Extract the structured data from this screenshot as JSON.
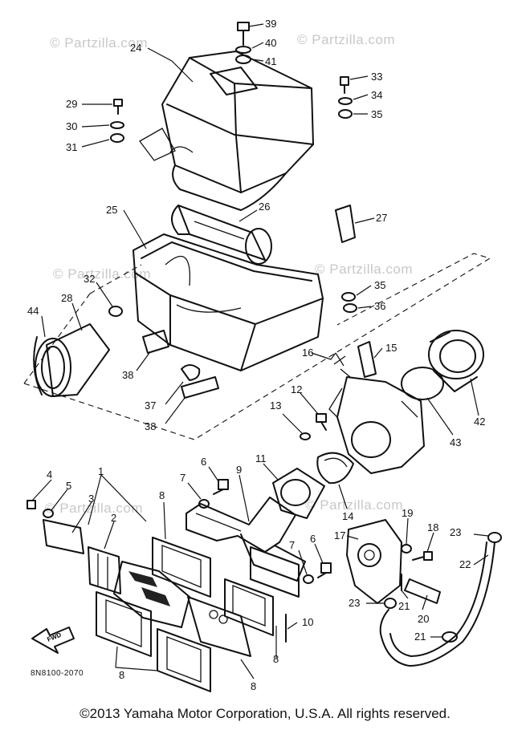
{
  "watermark": "© Partzilla.com",
  "diagram_code": "8N8100-2070",
  "front_label": "FWD",
  "copyright": "©2013  Yamaha Motor Corporation, U.S.A. All rights reserved.",
  "callouts": [
    {
      "id": "c39",
      "text": "39"
    },
    {
      "id": "c40",
      "text": "40"
    },
    {
      "id": "c41",
      "text": "41"
    },
    {
      "id": "c24",
      "text": "24"
    },
    {
      "id": "c33",
      "text": "33"
    },
    {
      "id": "c34",
      "text": "34"
    },
    {
      "id": "c35a",
      "text": "35"
    },
    {
      "id": "c29",
      "text": "29"
    },
    {
      "id": "c30",
      "text": "30"
    },
    {
      "id": "c31",
      "text": "31"
    },
    {
      "id": "c25",
      "text": "25"
    },
    {
      "id": "c26",
      "text": "26"
    },
    {
      "id": "c27",
      "text": "27"
    },
    {
      "id": "c32",
      "text": "32"
    },
    {
      "id": "c35b",
      "text": "35"
    },
    {
      "id": "c36",
      "text": "36"
    },
    {
      "id": "c44",
      "text": "44"
    },
    {
      "id": "c28",
      "text": "28"
    },
    {
      "id": "c15",
      "text": "15"
    },
    {
      "id": "c16",
      "text": "16"
    },
    {
      "id": "c38a",
      "text": "38"
    },
    {
      "id": "c37",
      "text": "37"
    },
    {
      "id": "c38b",
      "text": "38"
    },
    {
      "id": "c12",
      "text": "12"
    },
    {
      "id": "c13",
      "text": "13"
    },
    {
      "id": "c42",
      "text": "42"
    },
    {
      "id": "c43",
      "text": "43"
    },
    {
      "id": "c11",
      "text": "11"
    },
    {
      "id": "c14",
      "text": "14"
    },
    {
      "id": "c4",
      "text": "4"
    },
    {
      "id": "c5",
      "text": "5"
    },
    {
      "id": "c1",
      "text": "1"
    },
    {
      "id": "c3",
      "text": "3"
    },
    {
      "id": "c2",
      "text": "2"
    },
    {
      "id": "c7a",
      "text": "7"
    },
    {
      "id": "c6a",
      "text": "6"
    },
    {
      "id": "c9",
      "text": "9"
    },
    {
      "id": "c8a",
      "text": "8"
    },
    {
      "id": "c7b",
      "text": "7"
    },
    {
      "id": "c6b",
      "text": "6"
    },
    {
      "id": "c19",
      "text": "19"
    },
    {
      "id": "c18",
      "text": "18"
    },
    {
      "id": "c23a",
      "text": "23"
    },
    {
      "id": "c17",
      "text": "17"
    },
    {
      "id": "c22",
      "text": "22"
    },
    {
      "id": "c10",
      "text": "10"
    },
    {
      "id": "c23b",
      "text": "23"
    },
    {
      "id": "c21a",
      "text": "21"
    },
    {
      "id": "c20",
      "text": "20"
    },
    {
      "id": "c21b",
      "text": "21"
    },
    {
      "id": "c8b",
      "text": "8"
    },
    {
      "id": "c8c",
      "text": "8"
    },
    {
      "id": "c8d",
      "text": "8"
    }
  ]
}
